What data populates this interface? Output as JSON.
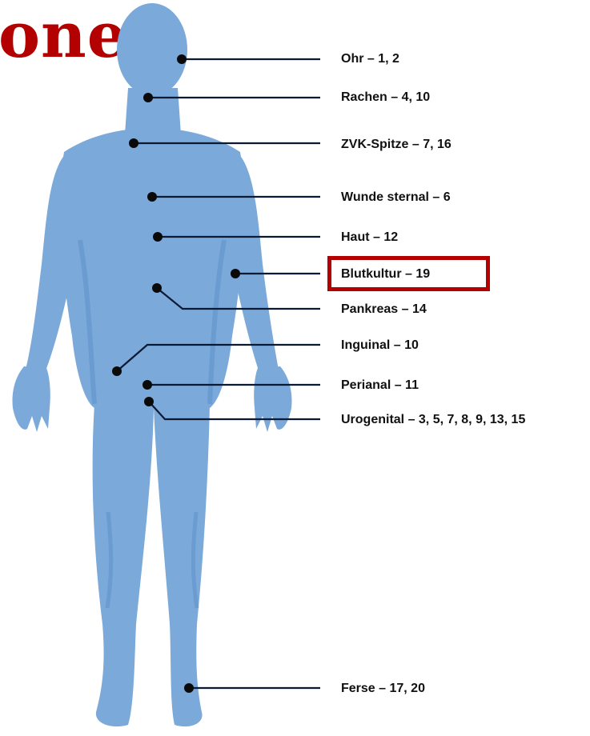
{
  "title_fragment": "onen",
  "colors": {
    "body_fill": "#7ba9d9",
    "body_shade": "#5f93cc",
    "title": "#b30000",
    "highlight": "#b40000",
    "leader_line": "#0b1a33"
  },
  "sites": [
    {
      "id": "ohr",
      "label": "Ohr – 1, 2"
    },
    {
      "id": "rachen",
      "label": "Rachen – 4, 10"
    },
    {
      "id": "zvk",
      "label": "ZVK-Spitze – 7, 16"
    },
    {
      "id": "wunde",
      "label": "Wunde sternal – 6"
    },
    {
      "id": "haut",
      "label": "Haut – 12"
    },
    {
      "id": "blutkultur",
      "label": "Blutkultur – 19",
      "highlighted": true
    },
    {
      "id": "pankreas",
      "label": "Pankreas – 14"
    },
    {
      "id": "inguinal",
      "label": "Inguinal – 10"
    },
    {
      "id": "perianal",
      "label": "Perianal – 11"
    },
    {
      "id": "urogenital",
      "label": "Urogenital – 3, 5, 7, 8, 9, 13, 15"
    },
    {
      "id": "ferse",
      "label": "Ferse – 17, 20"
    }
  ]
}
